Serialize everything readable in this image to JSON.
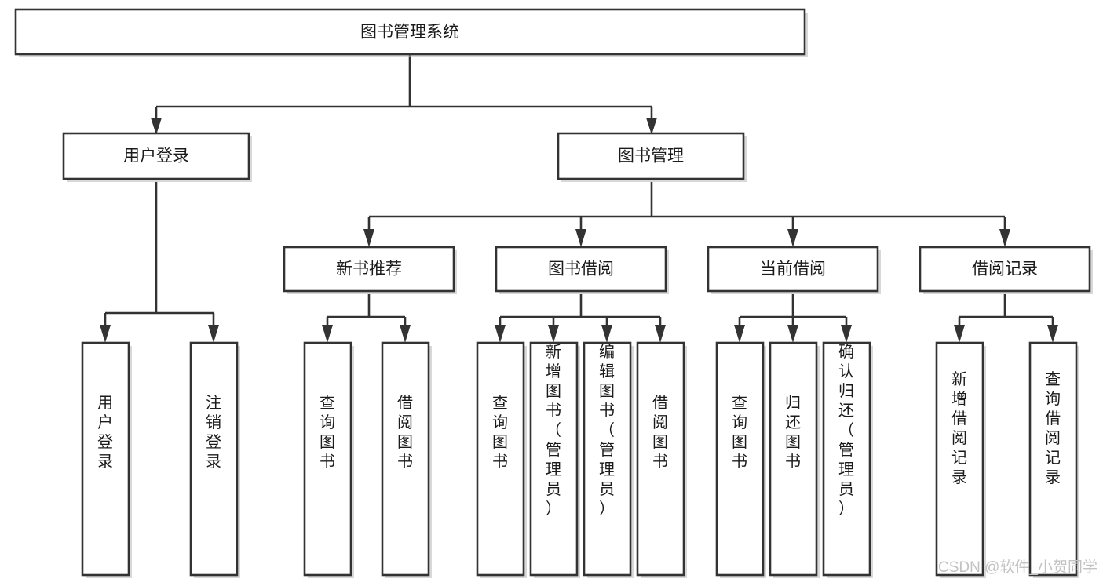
{
  "diagram": {
    "type": "hierarchy-tree",
    "title": "图书管理系统",
    "root": {
      "id": "root",
      "label": "图书管理系统",
      "orientation": "horizontal"
    },
    "level1": [
      {
        "id": "user-login",
        "label": "用户登录",
        "orientation": "horizontal"
      },
      {
        "id": "book-manage",
        "label": "图书管理",
        "orientation": "horizontal"
      }
    ],
    "level2": [
      {
        "id": "new-book-rec",
        "label": "新书推荐",
        "orientation": "horizontal",
        "parent": "book-manage"
      },
      {
        "id": "book-borrow",
        "label": "图书借阅",
        "orientation": "horizontal",
        "parent": "book-manage"
      },
      {
        "id": "current-borrow",
        "label": "当前借阅",
        "orientation": "horizontal",
        "parent": "book-manage"
      },
      {
        "id": "borrow-record",
        "label": "借阅记录",
        "orientation": "horizontal",
        "parent": "book-manage"
      }
    ],
    "leaves": [
      {
        "id": "leaf-user-login",
        "label": "用户登录",
        "parent": "user-login",
        "orientation": "vertical"
      },
      {
        "id": "leaf-user-logout",
        "label": "注销登录",
        "parent": "user-login",
        "orientation": "vertical"
      },
      {
        "id": "leaf-query-book-1",
        "label": "查询图书",
        "parent": "new-book-rec",
        "orientation": "vertical"
      },
      {
        "id": "leaf-borrow-book-1",
        "label": "借阅图书",
        "parent": "new-book-rec",
        "orientation": "vertical"
      },
      {
        "id": "leaf-query-book-2",
        "label": "查询图书",
        "parent": "book-borrow",
        "orientation": "vertical"
      },
      {
        "id": "leaf-add-book",
        "label": "新增图书（管理员）",
        "parent": "book-borrow",
        "orientation": "vertical"
      },
      {
        "id": "leaf-edit-book",
        "label": "编辑图书（管理员）",
        "parent": "book-borrow",
        "orientation": "vertical"
      },
      {
        "id": "leaf-borrow-book-2",
        "label": "借阅图书",
        "parent": "book-borrow",
        "orientation": "vertical"
      },
      {
        "id": "leaf-query-book-3",
        "label": "查询图书",
        "parent": "current-borrow",
        "orientation": "vertical"
      },
      {
        "id": "leaf-return-book",
        "label": "归还图书",
        "parent": "current-borrow",
        "orientation": "vertical"
      },
      {
        "id": "leaf-confirm-return",
        "label": "确认归还（管理员）",
        "parent": "current-borrow",
        "orientation": "vertical"
      },
      {
        "id": "leaf-add-record",
        "label": "新增借阅记录",
        "parent": "borrow-record",
        "orientation": "vertical"
      },
      {
        "id": "leaf-query-record",
        "label": "查询借阅记录",
        "parent": "borrow-record",
        "orientation": "vertical"
      }
    ]
  },
  "watermark": {
    "text": "CSDN @软件_小贺同学"
  },
  "colors": {
    "stroke": "#333333",
    "fill": "#ffffff",
    "text": "#1b1b1b",
    "watermark": "#c2c2c2",
    "shadow": "#b8b8b8"
  }
}
